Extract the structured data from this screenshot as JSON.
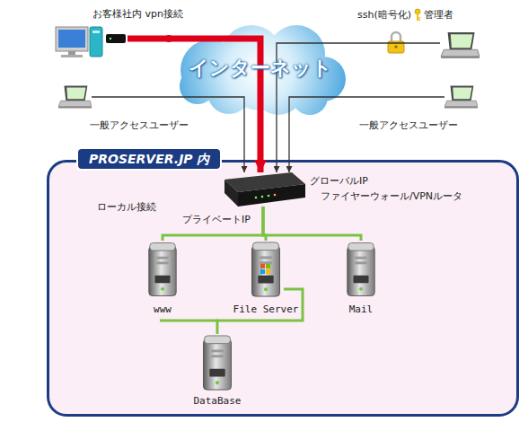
{
  "diagram": {
    "nodes": [
      {
        "text": [
          "お客様社内 vpn接続"
        ]
      },
      {
        "text": [
          "ssh(暗号化)",
          "管理者"
        ]
      },
      {
        "text": [
          "インターネット"
        ]
      },
      {
        "text": [
          "一般アクセスユーザー"
        ]
      },
      {
        "text": [
          "一般アクセスユーザー"
        ]
      },
      {
        "text": [
          "PROSERVER.JP 内"
        ]
      },
      {
        "text": [
          "グローバルIP",
          "ファイヤーウォール/VPNルータ",
          "プライベートIP"
        ],
        "in": 5
      },
      {
        "text": [
          "www"
        ],
        "in": 5
      },
      {
        "text": [
          "File Server"
        ],
        "in": 5
      },
      {
        "text": [
          "Mail"
        ],
        "in": 5
      },
      {
        "text": [
          "DataBase"
        ],
        "in": 5
      }
    ],
    "edges": [
      {
        "from": 0,
        "to": 6,
        "arrow": "to"
      },
      {
        "from": 1,
        "to": 6,
        "arrow": "to"
      },
      {
        "from": 3,
        "to": 6,
        "arrow": "to"
      },
      {
        "from": 4,
        "to": 6,
        "arrow": "to"
      },
      {
        "from": 6,
        "to": 7,
        "arrow": "none"
      },
      {
        "from": 6,
        "to": 8,
        "arrow": "none"
      },
      {
        "from": 6,
        "to": 9,
        "arrow": "none"
      },
      {
        "from": 8,
        "to": 10,
        "arrow": "none"
      }
    ],
    "labels": [
      "ローカル接続"
    ]
  }
}
